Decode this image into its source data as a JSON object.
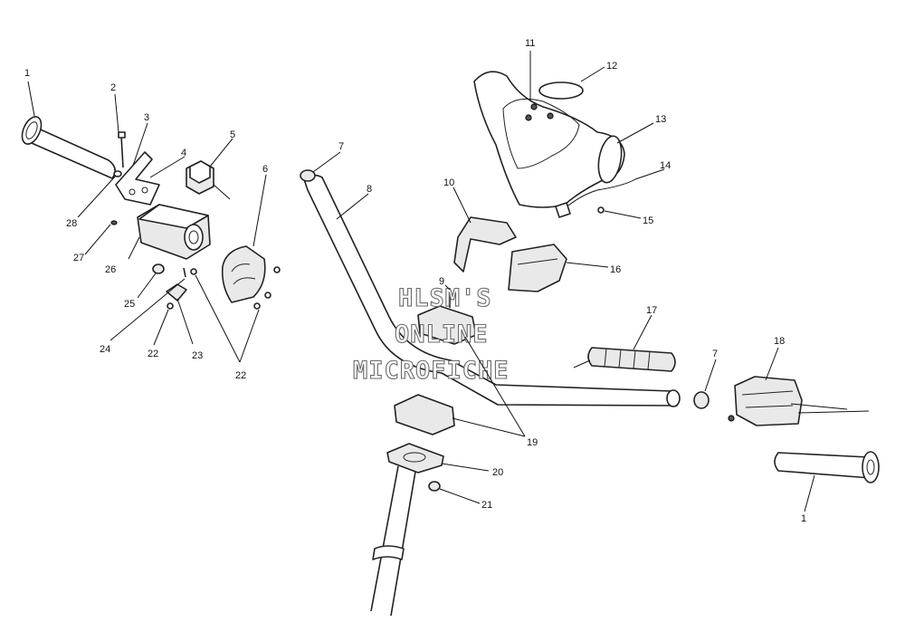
{
  "watermark": {
    "line1": "HLSM'S",
    "line2": "ONLINE",
    "line3": "MICROFICHE"
  },
  "callouts": {
    "c1a": "1",
    "c1b": "1",
    "c2": "2",
    "c3": "3",
    "c4": "4",
    "c5": "5",
    "c6": "6",
    "c7a": "7",
    "c7b": "7",
    "c8": "8",
    "c9": "9",
    "c10": "10",
    "c11": "11",
    "c12": "12",
    "c13": "13",
    "c14": "14",
    "c15": "15",
    "c16": "16",
    "c17": "17",
    "c18": "18",
    "c19": "19",
    "c20": "20",
    "c21": "21",
    "c22a": "22",
    "c22b": "22",
    "c23": "23",
    "c24": "24",
    "c25": "25",
    "c26": "26",
    "c27": "27",
    "c28": "28"
  }
}
